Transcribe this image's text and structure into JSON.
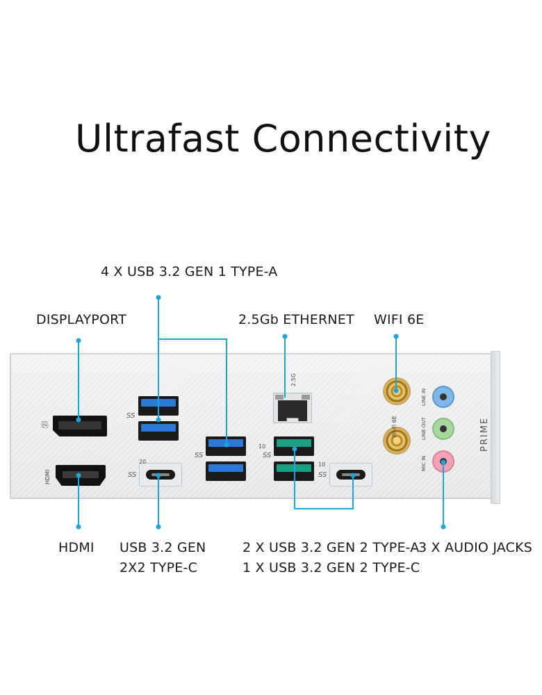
{
  "title": "Ultrafast Connectivity",
  "labels": {
    "usb_gen1": "4 X USB 3.2 GEN 1 TYPE-A",
    "displayport": "DISPLAYPORT",
    "ethernet": "2.5Gb ETHERNET",
    "wifi": "WIFI 6E",
    "hdmi": "HDMI",
    "usb_gen2x2_line1": "USB 3.2 GEN",
    "usb_gen2x2_line2": "2X2 TYPE-C",
    "usb_gen2_line1": "2 X USB 3.2 GEN 2 TYPE-A",
    "usb_gen2_line2": "1 X USB 3.2 GEN 2 TYPE-C",
    "audio": "3 X AUDIO JACKS"
  },
  "panel_print": {
    "hdmi": "HDMI",
    "lan": "2.5G",
    "wifi": "Wi-Fi 6E",
    "line_in": "LINE IN",
    "line_out": "LINE OUT",
    "mic_in": "MIC IN",
    "brand": "PRIME",
    "ss": "SS",
    "ss10a": "10",
    "ss10b": "10",
    "ss20": "20"
  },
  "colors": {
    "callout_line": "#1aa6d8",
    "usb_gen1": "#2b7bd6",
    "usb_gen2": "#1f9e86",
    "line_in": "#7fb8e6",
    "line_out": "#a9d7a2",
    "mic_in": "#f0a3b6",
    "antenna_gold": "#d9b25a"
  }
}
